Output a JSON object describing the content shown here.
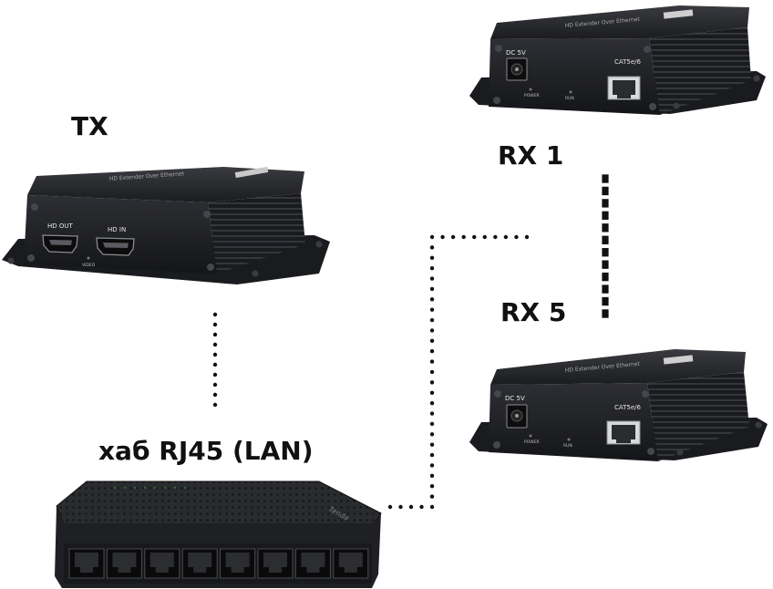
{
  "labels": {
    "tx": "TX",
    "rx1": "RX 1",
    "rx5": "RX 5",
    "switch": "хаб RJ45 (LAN)"
  },
  "tx_device": {
    "port_labels": [
      "HD OUT",
      "HD IN"
    ],
    "indicator_label": "VIDEO",
    "top_label": "HD Extender Over Ethernet"
  },
  "rx_device": {
    "port_labels": [
      "DC 5V",
      "CAT5e/6"
    ],
    "indicator_labels": [
      "POWER",
      "RUN"
    ],
    "top_label": "HD Extender Over Ethernet"
  },
  "switch_device": {
    "port_count": 8,
    "brand": "Tenda"
  },
  "colors": {
    "device_body": "#1c1d20",
    "device_face": "#2a2b2f",
    "cable_dots": "#111111",
    "text": "#111111"
  }
}
